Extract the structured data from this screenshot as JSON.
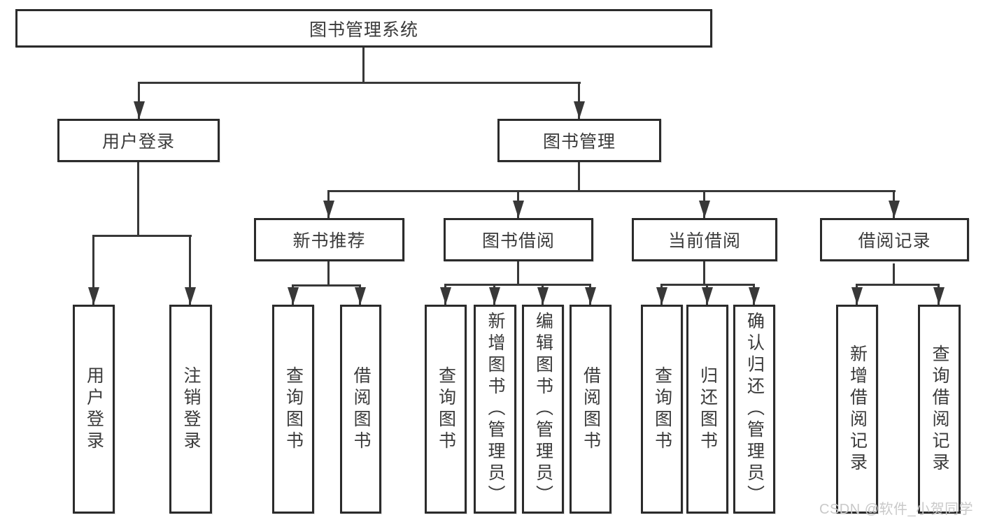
{
  "colors": {
    "line": "#383838",
    "box_border": "#2b2b2b",
    "text": "#3a3a3a",
    "watermark": "#c9c9c9",
    "background": "#ffffff"
  },
  "diagram": {
    "root": "图书管理系统",
    "level2": {
      "user_login": "用户登录",
      "book_mgmt": "图书管理"
    },
    "level3": {
      "new_book_rec": "新书推荐",
      "book_borrow": "图书借阅",
      "current_borrow": "当前借阅",
      "borrow_record": "借阅记录"
    },
    "leaves": {
      "user_login": "用户登录",
      "logout": "注销登录",
      "rec_query_book": "查询图书",
      "rec_borrow_book": "借阅图书",
      "bor_query_book": "查询图书",
      "bor_add_book": "新增图书（管理员）",
      "bor_edit_book": "编辑图书（管理员）",
      "bor_borrow_book": "借阅图书",
      "cur_query_book": "查询图书",
      "cur_return_book": "归还图书",
      "cur_confirm_return": "确认归还（管理员）",
      "rec2_add_record": "新增借阅记录",
      "rec2_query_record": "查询借阅记录"
    }
  },
  "watermark": "CSDN @软件_小贺同学"
}
